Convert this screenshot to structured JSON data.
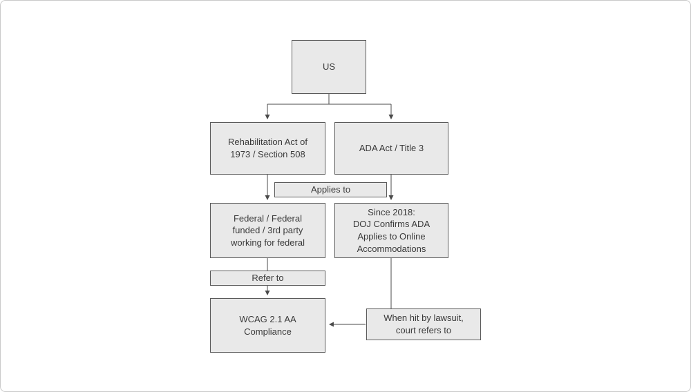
{
  "diagram": {
    "type": "flowchart",
    "topic": "US accessibility law compliance flow",
    "nodes": {
      "us": {
        "label": "US"
      },
      "rehab": {
        "label": "Rehabilitation Act of\n1973 / Section 508"
      },
      "ada": {
        "label": "ADA Act / Title 3"
      },
      "applies_to": {
        "label": "Applies to"
      },
      "federal": {
        "label": "Federal / Federal\nfunded / 3rd party\nworking for federal"
      },
      "doj": {
        "label": "Since 2018:\nDOJ Confirms ADA\nApplies to Online\nAccommodations"
      },
      "refer_to": {
        "label": "Refer to"
      },
      "wcag": {
        "label": "WCAG 2.1 AA\nCompliance"
      },
      "lawsuit": {
        "label": "When hit by lawsuit,\ncourt refers to"
      }
    },
    "edges": [
      {
        "from": "us",
        "to": "rehab",
        "arrow": true
      },
      {
        "from": "us",
        "to": "ada",
        "arrow": true
      },
      {
        "from": "rehab",
        "to": "federal",
        "arrow": true,
        "via_label": "applies_to"
      },
      {
        "from": "ada",
        "to": "doj",
        "arrow": true,
        "via_label": "applies_to"
      },
      {
        "from": "federal",
        "to": "wcag",
        "arrow": true,
        "via_label": "refer_to"
      },
      {
        "from": "doj",
        "to": "lawsuit",
        "arrow": false
      },
      {
        "from": "lawsuit",
        "to": "wcag",
        "arrow": true
      }
    ],
    "colors": {
      "node_fill": "#e9e9e9",
      "node_border": "#5a5a5a",
      "text": "#3a3a3a",
      "connector": "#4a4a4a",
      "page_border": "#c9c9c9",
      "background": "#ffffff"
    }
  }
}
